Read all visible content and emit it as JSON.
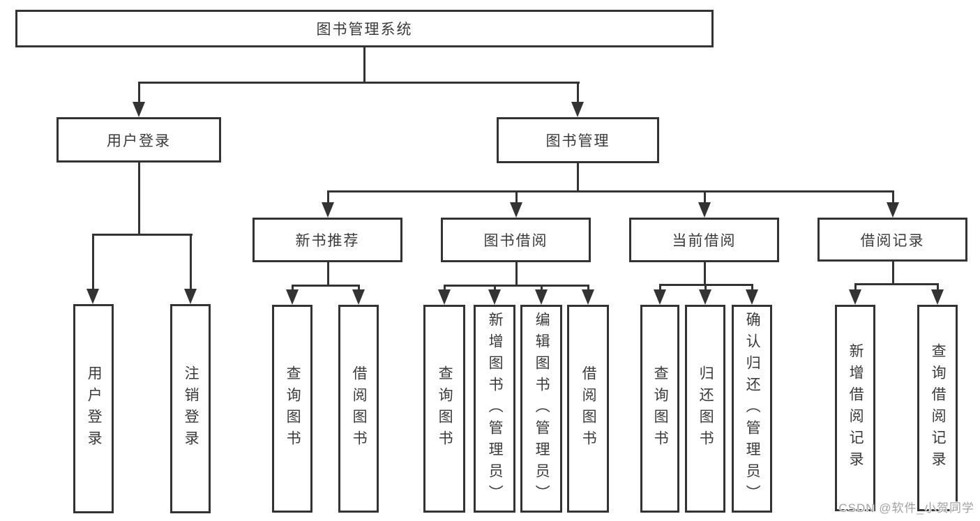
{
  "diagram": {
    "tree": {
      "label": "图书管理系统",
      "children": [
        {
          "label": "用户登录",
          "children": [
            {
              "label": "用户登录"
            },
            {
              "label": "注销登录"
            }
          ]
        },
        {
          "label": "图书管理",
          "children": [
            {
              "label": "新书推荐",
              "children": [
                {
                  "label": "查询图书"
                },
                {
                  "label": "借阅图书"
                }
              ]
            },
            {
              "label": "图书借阅",
              "children": [
                {
                  "label": "查询图书"
                },
                {
                  "label": "新增图书（管理员）"
                },
                {
                  "label": "编辑图书（管理员）"
                },
                {
                  "label": "借阅图书"
                }
              ]
            },
            {
              "label": "当前借阅",
              "children": [
                {
                  "label": "查询图书"
                },
                {
                  "label": "归还图书"
                },
                {
                  "label": "确认归还（管理员）"
                }
              ]
            },
            {
              "label": "借阅记录",
              "children": [
                {
                  "label": "新增借阅记录"
                },
                {
                  "label": "查询借阅记录"
                }
              ]
            }
          ]
        }
      ]
    },
    "watermark": "CSDN @软件_小贺同学",
    "colors": {
      "line": "#333333",
      "box_border": "#333333",
      "text": "#3a3a3a",
      "background": "#ffffff",
      "watermark": "#a2a2a2"
    }
  }
}
